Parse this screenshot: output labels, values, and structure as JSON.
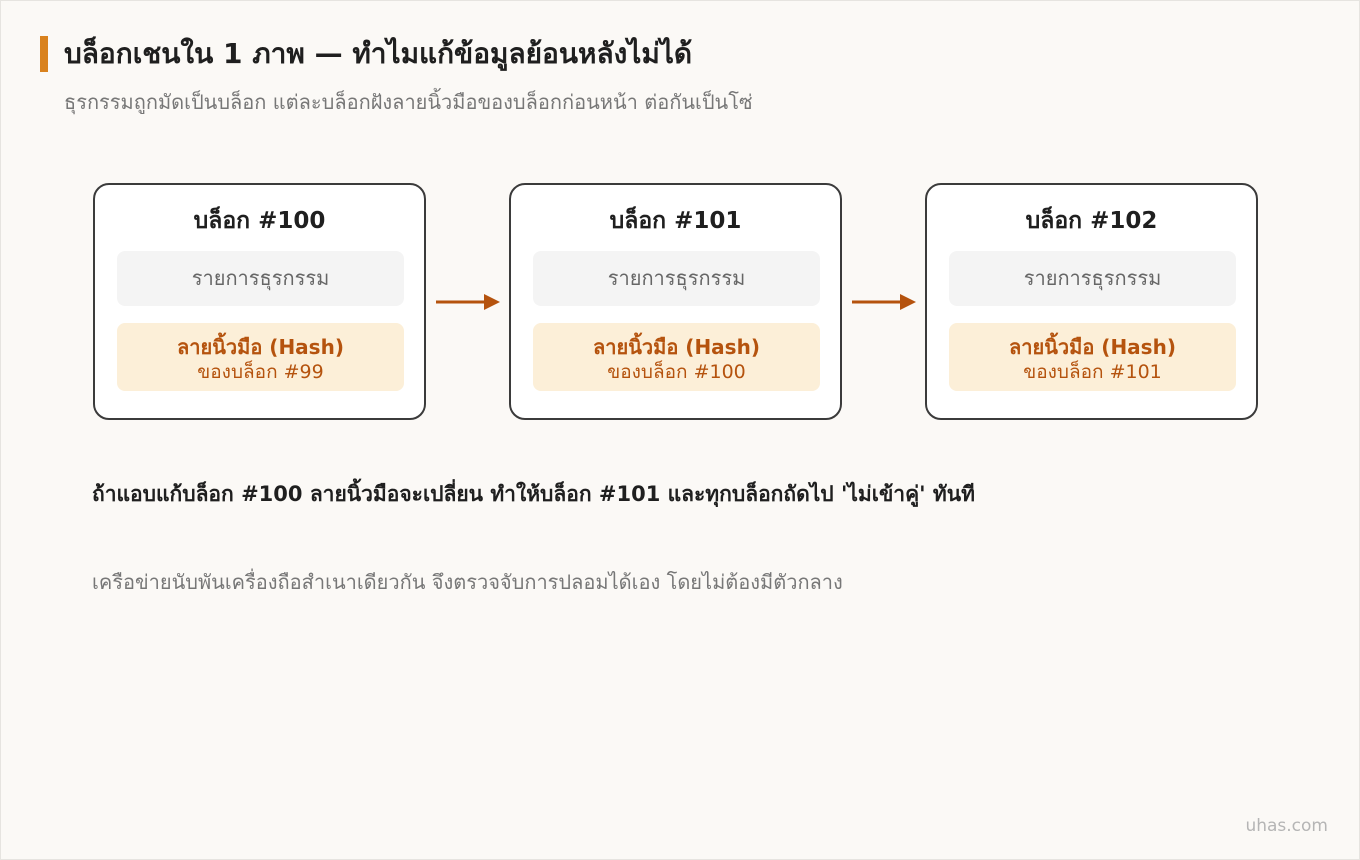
{
  "header": {
    "title": "บล็อกเชนใน 1 ภาพ — ทำไมแก้ข้อมูลย้อนหลังไม่ได้",
    "subtitle": "ธุรกรรมถูกมัดเป็นบล็อก แต่ละบล็อกฝังลายนิ้วมือของบล็อกก่อนหน้า ต่อกันเป็นโซ่"
  },
  "blocks": [
    {
      "title": "บล็อก #100",
      "transactions": "รายการธุรกรรม",
      "hash_label": "ลายนิ้วมือ (Hash)",
      "hash_ref": "ของบล็อก #99"
    },
    {
      "title": "บล็อก #101",
      "transactions": "รายการธุรกรรม",
      "hash_label": "ลายนิ้วมือ (Hash)",
      "hash_ref": "ของบล็อก #100"
    },
    {
      "title": "บล็อก #102",
      "transactions": "รายการธุรกรรม",
      "hash_label": "ลายนิ้วมือ (Hash)",
      "hash_ref": "ของบล็อก #101"
    }
  ],
  "warning": "ถ้าแอบแก้บล็อก #100 ลายนิ้วมือจะเปลี่ยน ทำให้บล็อก #101 และทุกบล็อกถัดไป 'ไม่เข้าคู่' ทันที",
  "note": "เครือข่ายนับพันเครื่องถือสำเนาเดียวกัน จึงตรวจจับการปลอมได้เอง โดยไม่ต้องมีตัวกลาง",
  "footer": "uhas.com",
  "colors": {
    "accent": "#d9821e",
    "arrow": "#b5530e",
    "hash_bg": "#fcefd8",
    "hash_text": "#b5530e",
    "tx_bg": "#f4f4f4",
    "background": "#fbf9f6"
  }
}
